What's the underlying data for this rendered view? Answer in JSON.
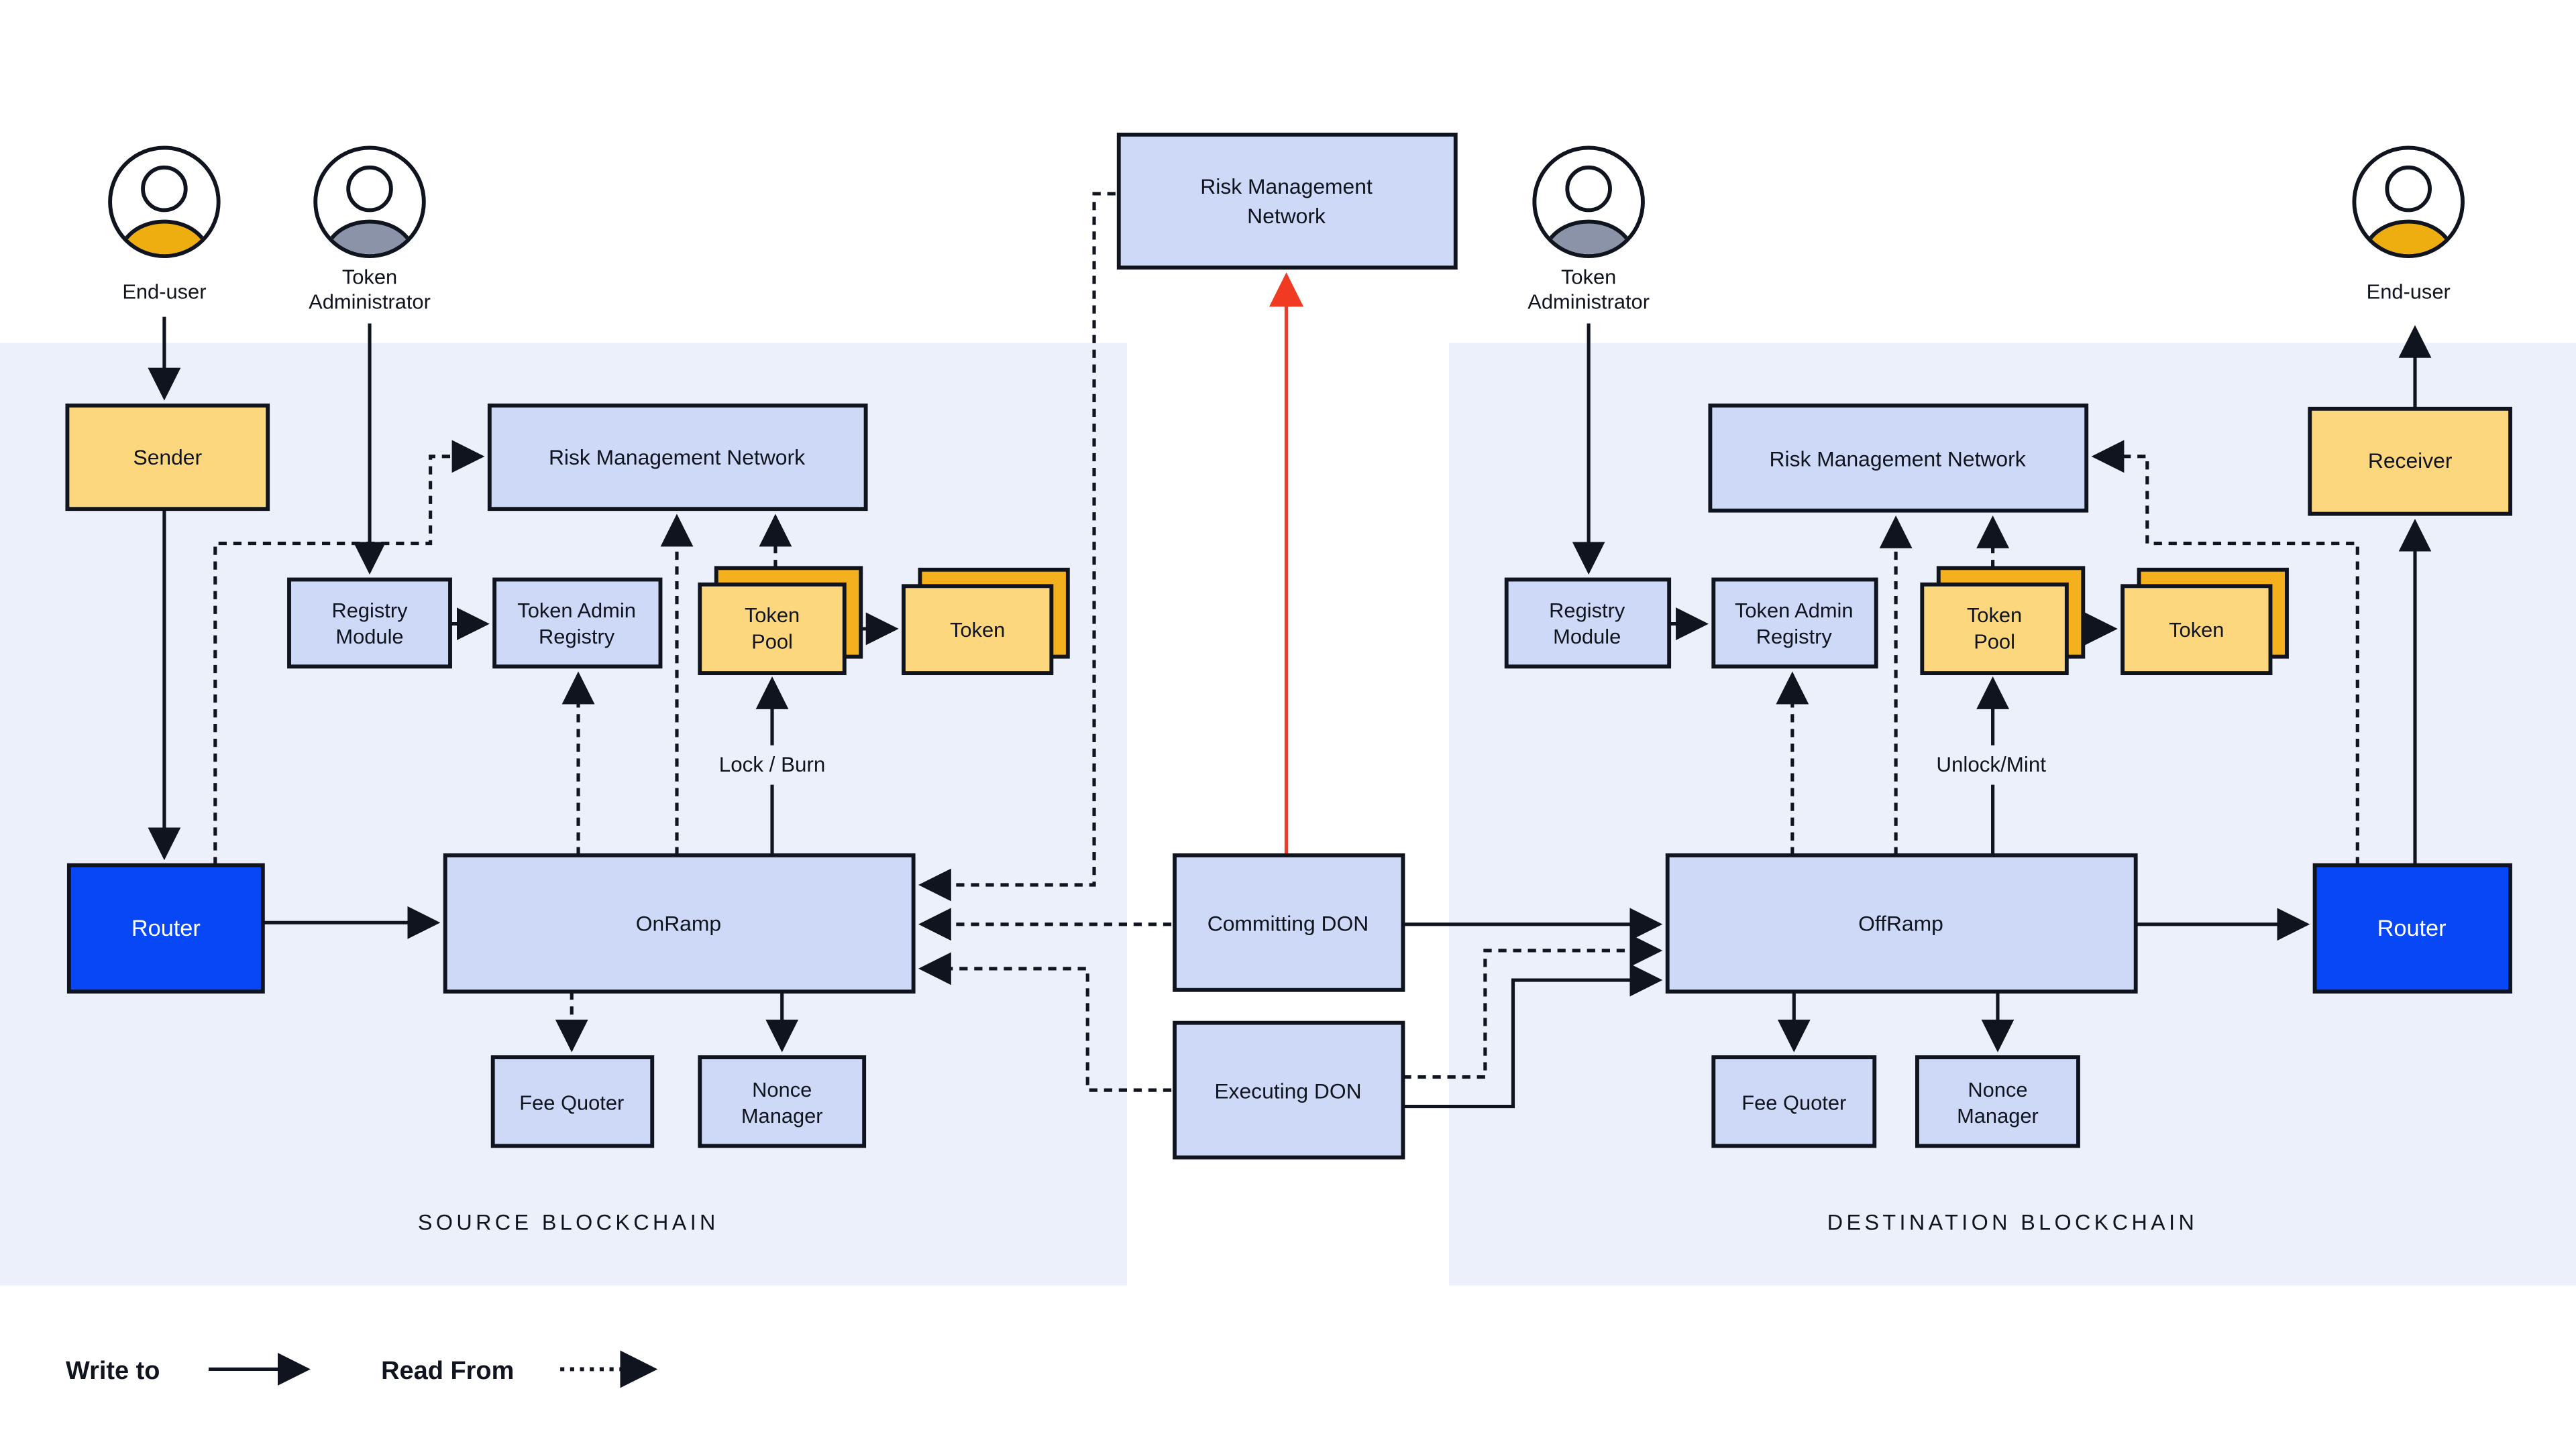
{
  "diagram": {
    "type": "architecture-flow",
    "legend": {
      "write_to": "Write to",
      "read_from": "Read From"
    },
    "sections": {
      "source": "SOURCE BLOCKCHAIN",
      "destination": "DESTINATION BLOCKCHAIN"
    },
    "labels": {
      "rmn_top_1": "Risk Management",
      "rmn_top_2": "Network",
      "committing_don": "Committing DON",
      "executing_don": "Executing DON",
      "end_user": "End-user",
      "token_admin_1": "Token",
      "token_admin_2": "Administrator",
      "sender": "Sender",
      "receiver": "Receiver",
      "rmn": "Risk Management Network",
      "registry_1": "Registry",
      "registry_2": "Module",
      "tar_1": "Token Admin",
      "tar_2": "Registry",
      "token_pool_1": "Token",
      "token_pool_2": "Pool",
      "token": "Token",
      "router": "Router",
      "onramp": "OnRamp",
      "offramp": "OffRamp",
      "fee_quoter": "Fee Quoter",
      "nonce_1": "Nonce",
      "nonce_2": "Manager",
      "lock_burn": "Lock / Burn",
      "unlock_mint": "Unlock/Mint"
    },
    "icons": {
      "end_user": "person-icon",
      "token_admin": "person-icon"
    },
    "colors": {
      "panel_bg": "#ECF0FB",
      "node_blue": "#CDD9F7",
      "node_yellow": "#FCD77E",
      "card_orange": "#F5B01E",
      "router_blue": "#0847F5",
      "outline": "#10141F",
      "red_arrow": "#F13A22",
      "end_user_fill": "#EFAE10",
      "token_admin_fill": "#8B93A8"
    },
    "edge_styles": {
      "write_to": "solid",
      "read_from": "dashed"
    }
  }
}
